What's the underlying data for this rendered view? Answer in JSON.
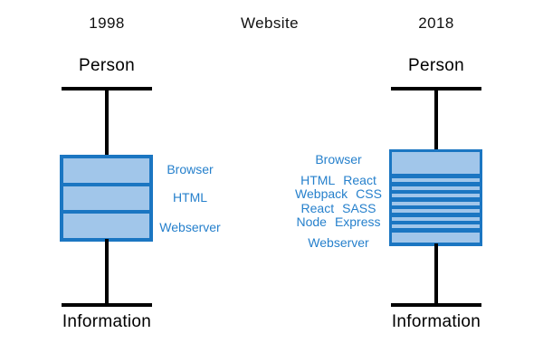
{
  "colors": {
    "stack_border": "#1b76c2",
    "stack_fill": "#a1c6ea",
    "label_blue": "#2680cc",
    "line_black": "#000000",
    "bg": "#ffffff"
  },
  "header": {
    "left_year": "1998",
    "center_title": "Website",
    "right_year": "2018"
  },
  "left_diagram": {
    "top_terminal": "Person",
    "bottom_terminal": "Information",
    "layers": [
      "Browser",
      "HTML",
      "Webserver"
    ]
  },
  "right_diagram": {
    "top_terminal": "Person",
    "bottom_terminal": "Information",
    "thin_layer_count": 7,
    "label_lines": [
      [
        "Browser"
      ],
      [
        "HTML",
        "React"
      ],
      [
        "Webpack",
        "CSS"
      ],
      [
        "React",
        "SASS"
      ],
      [
        "Node",
        "Express"
      ],
      [
        "Webserver"
      ]
    ]
  }
}
